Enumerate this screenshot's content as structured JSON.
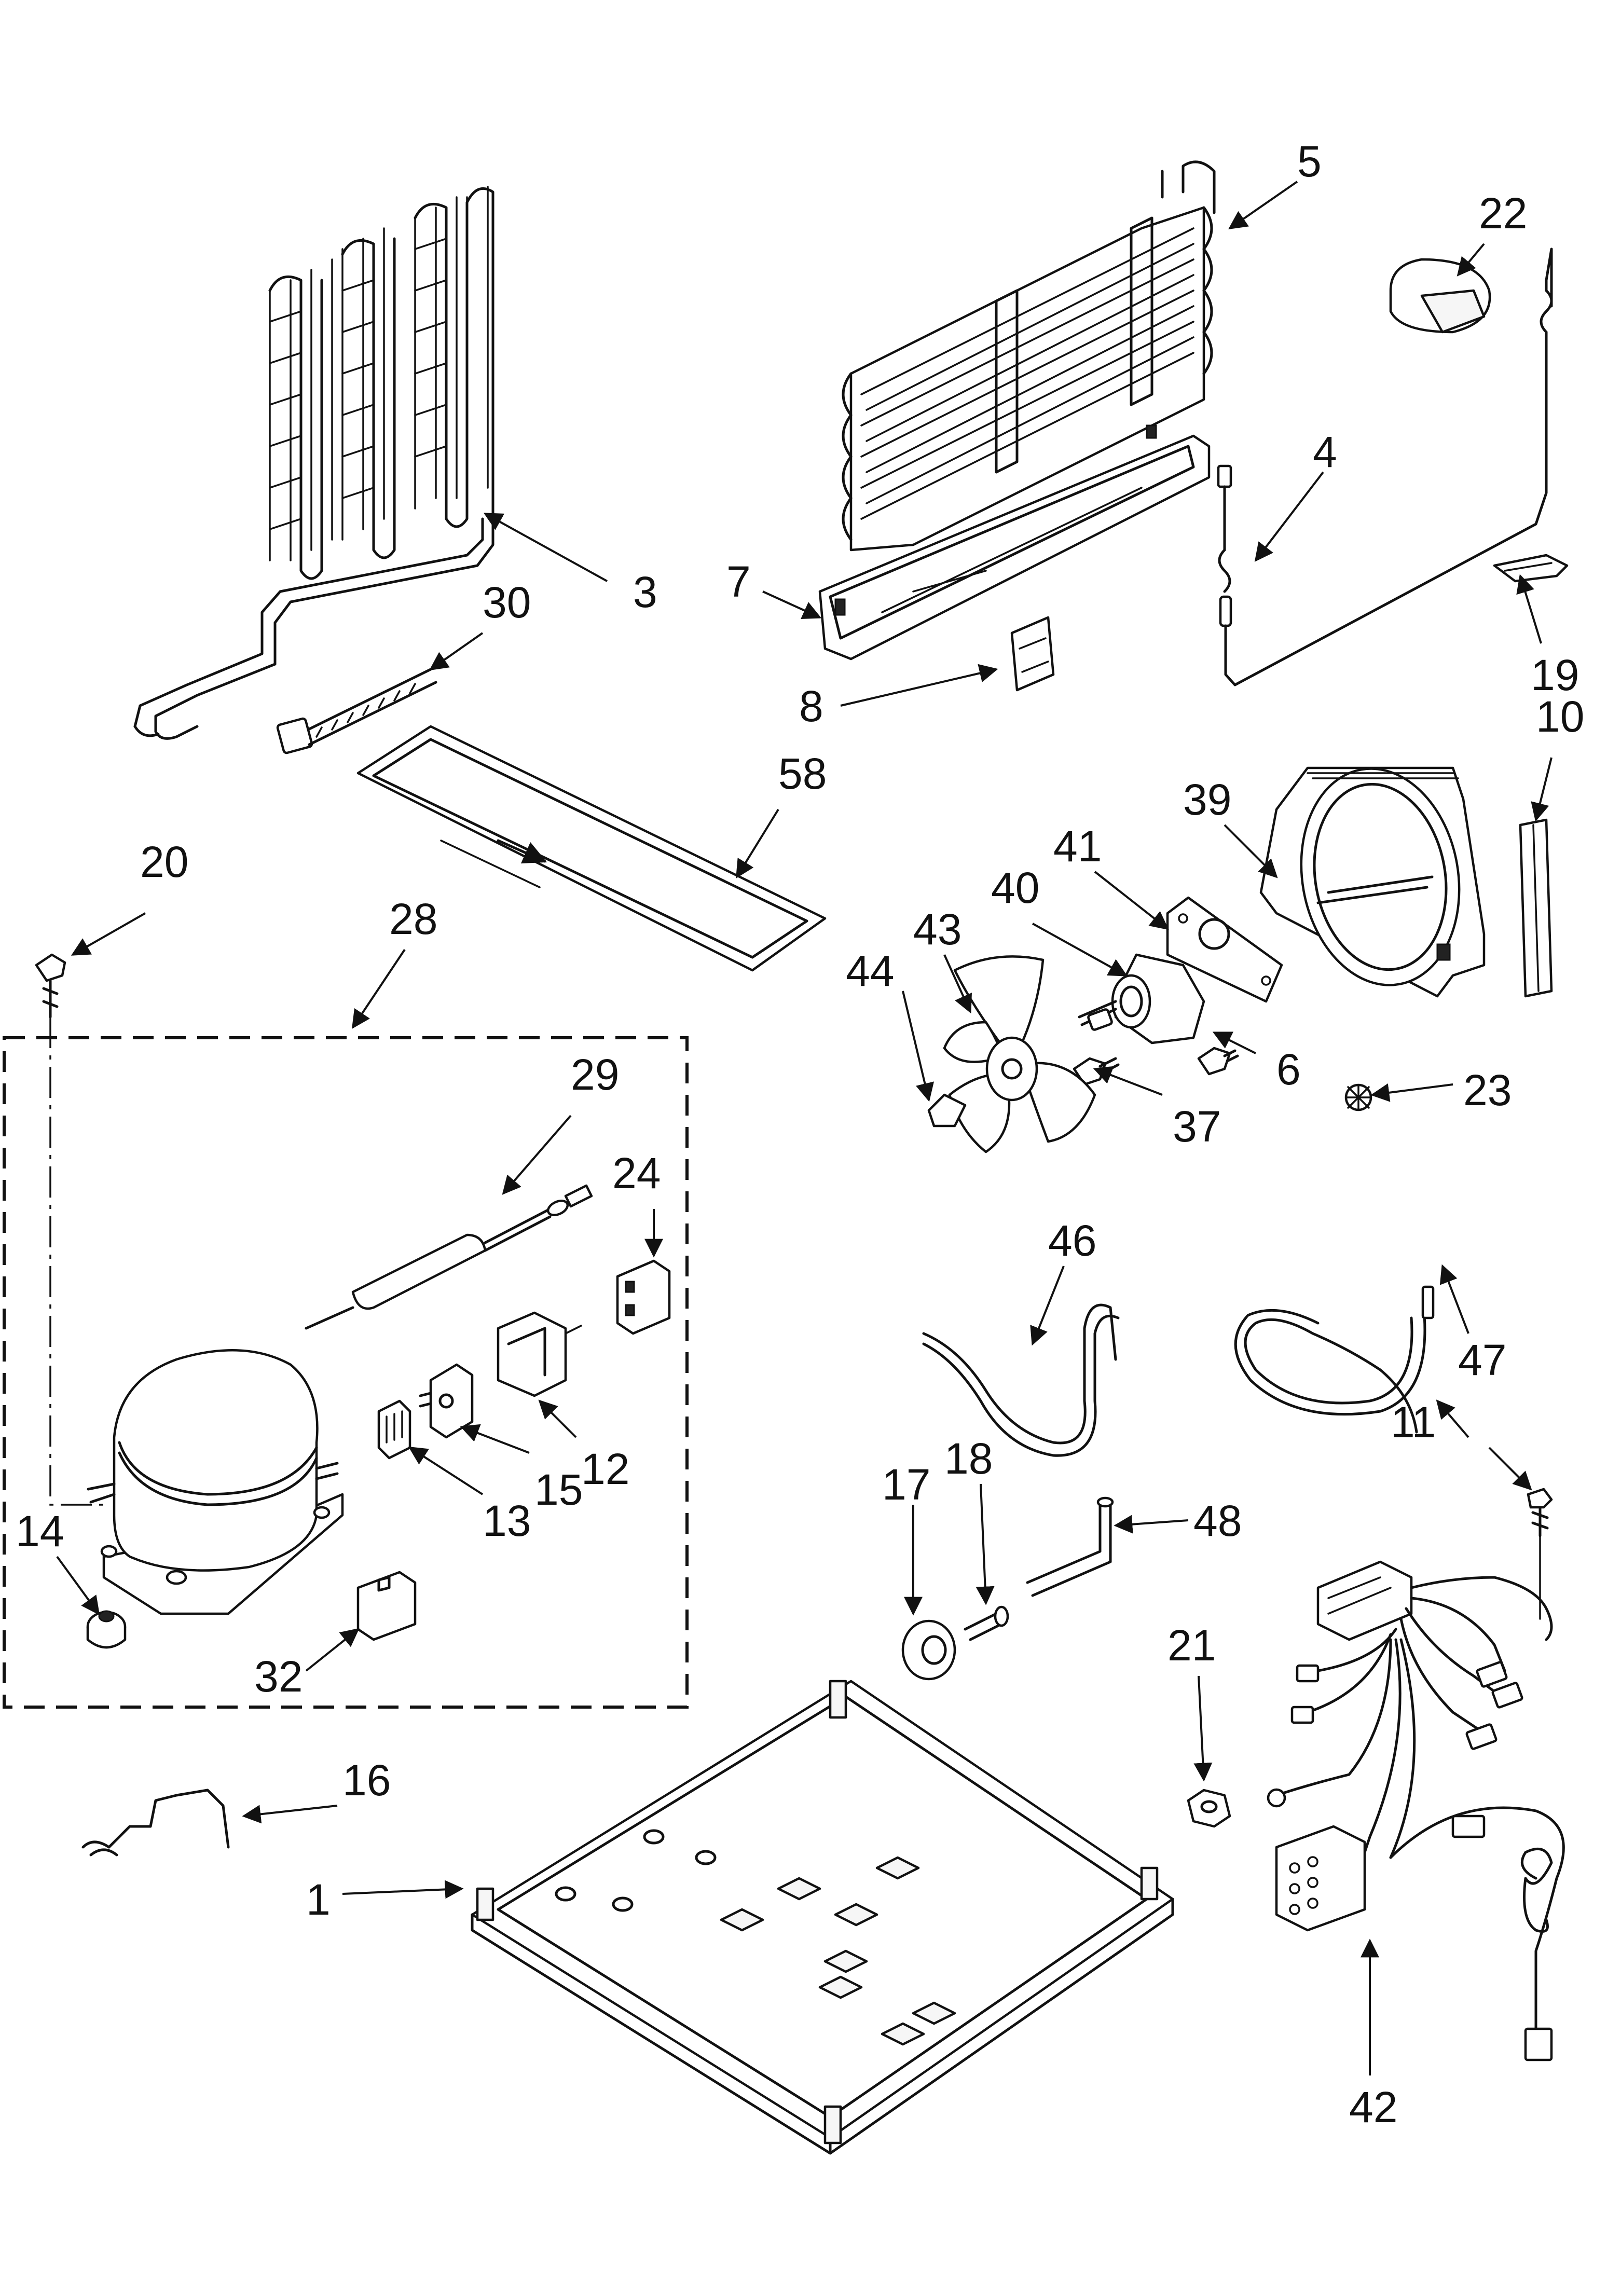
{
  "callouts": {
    "c1": "1",
    "c3": "3",
    "c4": "4",
    "c5": "5",
    "c6": "6",
    "c7": "7",
    "c8": "8",
    "c10": "10",
    "c11": "11",
    "c12": "12",
    "c13": "13",
    "c14": "14",
    "c15": "15",
    "c16": "16",
    "c17": "17",
    "c18": "18",
    "c19": "19",
    "c20": "20",
    "c21": "21",
    "c22": "22",
    "c23": "23",
    "c24": "24",
    "c28": "28",
    "c29": "29",
    "c30": "30",
    "c32": "32",
    "c37": "37",
    "c39": "39",
    "c40": "40",
    "c41": "41",
    "c42": "42",
    "c43": "43",
    "c44": "44",
    "c46": "46",
    "c47": "47",
    "c48": "48",
    "c58": "58"
  },
  "colors": {
    "line": "#111111",
    "background": "#ffffff"
  }
}
